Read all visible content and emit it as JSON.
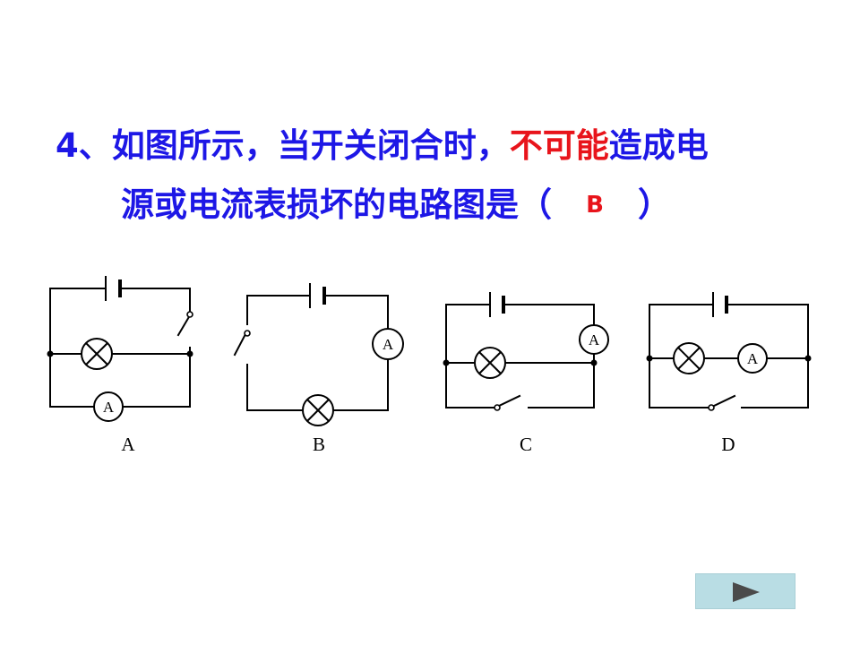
{
  "question": {
    "line1_part1": "4、如图所示，当开关闭合时，",
    "line1_highlight": "不可能",
    "line1_part2": "造成电",
    "line2_part1": "源或电流表损坏的电路图是（",
    "answer": "B",
    "line2_part2": "）"
  },
  "diagrams": {
    "ammeter_symbol": "A",
    "labels": [
      "A",
      "B",
      "C",
      "D"
    ]
  },
  "navigation": {
    "next_icon": "play-arrow-icon"
  },
  "colors": {
    "question_text": "#1d17e6",
    "highlight": "#e8141b",
    "button_bg": "#b9dde4",
    "arrow": "#4a4a4a"
  }
}
